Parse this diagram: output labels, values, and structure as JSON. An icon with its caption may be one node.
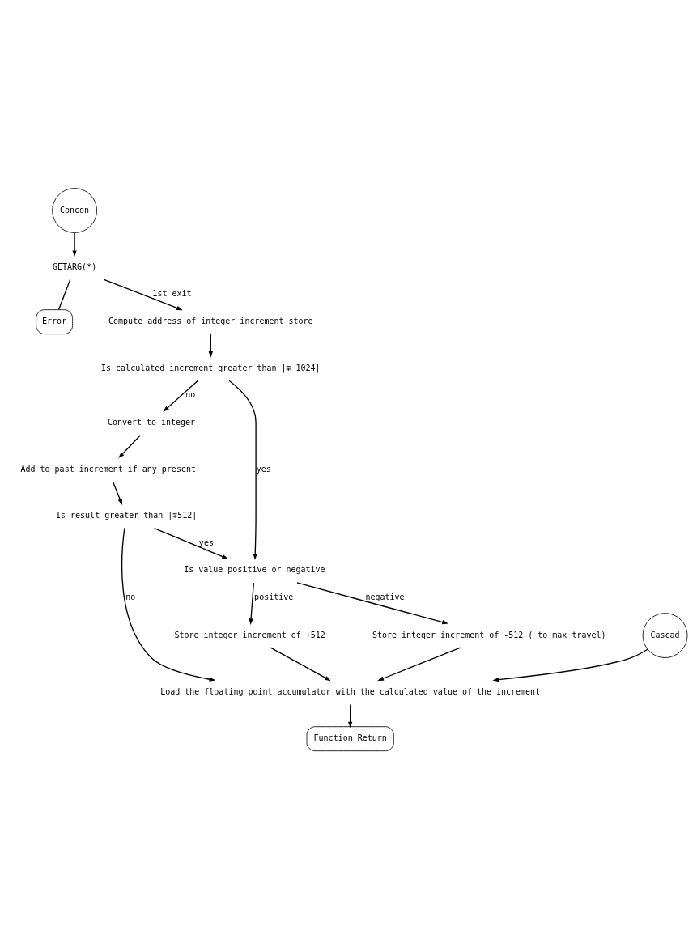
{
  "diagram": {
    "nodes": [
      {
        "text": [
          "Concon"
        ]
      },
      {
        "text": [
          "GETARG(*)"
        ]
      },
      {
        "text": [
          "Error"
        ]
      },
      {
        "text": [
          "Compute address of integer increment store"
        ]
      },
      {
        "text": [
          "Is calculated increment greater than |∓ 1024|"
        ]
      },
      {
        "text": [
          "Convert to integer"
        ]
      },
      {
        "text": [
          "Add to past increment if any present"
        ]
      },
      {
        "text": [
          "Is result greater than |∓512|"
        ]
      },
      {
        "text": [
          "Is value positive or negative"
        ]
      },
      {
        "text": [
          "Store integer increment of -512 ( to max travel)"
        ]
      },
      {
        "text": [
          "Store integer increment of +512"
        ]
      },
      {
        "text": [
          "Cascad"
        ]
      },
      {
        "text": [
          "Load the floating point accumulator with the calculated value of the increment"
        ]
      },
      {
        "text": [
          "Function Return"
        ]
      }
    ],
    "edges": [
      {
        "from": 0,
        "to": 1,
        "arrow": "to"
      },
      {
        "from": 1,
        "to": 2,
        "arrow": "none"
      },
      {
        "from": 1,
        "to": 3,
        "arrow": "to",
        "label": "1st exit"
      },
      {
        "from": 3,
        "to": 4,
        "arrow": "to"
      },
      {
        "from": 4,
        "to": 8,
        "arrow": "to",
        "label": "yes"
      },
      {
        "from": 4,
        "to": 5,
        "arrow": "to",
        "label": "no"
      },
      {
        "from": 5,
        "to": 6,
        "arrow": "to"
      },
      {
        "from": 6,
        "to": 7,
        "arrow": "to"
      },
      {
        "from": 7,
        "to": 8,
        "arrow": "to",
        "label": "yes"
      },
      {
        "from": 7,
        "to": 12,
        "arrow": "to",
        "label": "no"
      },
      {
        "from": 8,
        "to": 9,
        "arrow": "to",
        "label": "negative"
      },
      {
        "from": 8,
        "to": 10,
        "arrow": "to",
        "label": "positive"
      },
      {
        "from": 9,
        "to": 12,
        "arrow": "to"
      },
      {
        "from": 10,
        "to": 12,
        "arrow": "to"
      },
      {
        "from": 11,
        "to": 12,
        "arrow": "to"
      },
      {
        "from": 12,
        "to": 13,
        "arrow": "to"
      }
    ]
  }
}
